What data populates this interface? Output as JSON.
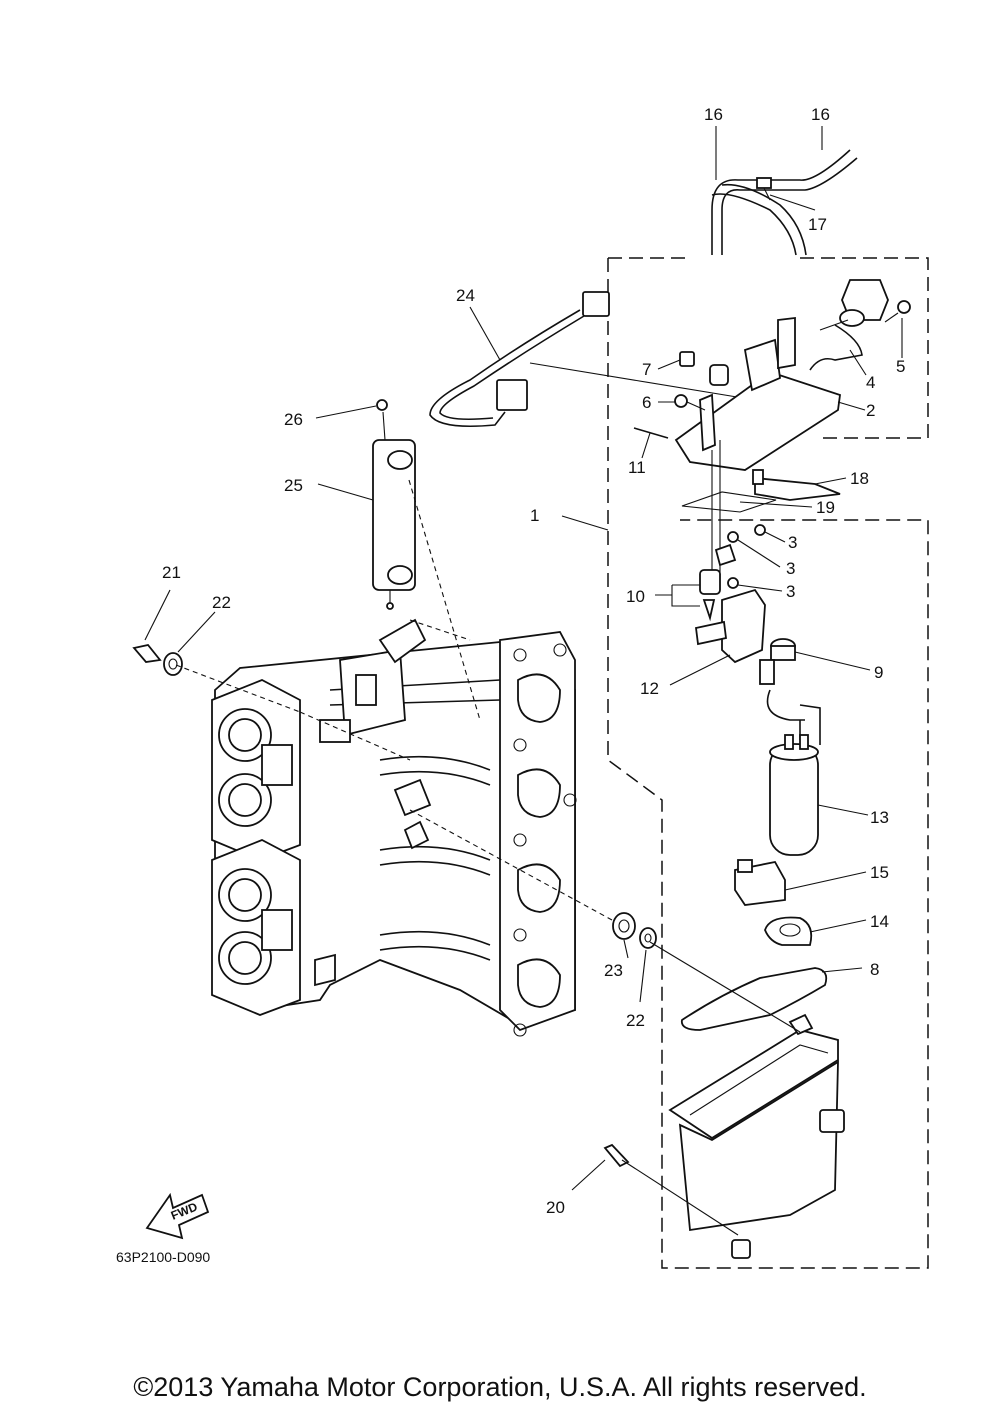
{
  "diagram": {
    "callouts": [
      "1",
      "2",
      "3",
      "3",
      "3",
      "4",
      "5",
      "6",
      "7",
      "8",
      "9",
      "10",
      "11",
      "12",
      "13",
      "14",
      "15",
      "16",
      "16",
      "17",
      "18",
      "19",
      "20",
      "21",
      "22",
      "22",
      "23",
      "24",
      "25",
      "26"
    ],
    "fwd_label": "FWD",
    "diagram_code": "63P2100-D090"
  },
  "footer": {
    "copyright": "©2013 Yamaha Motor Corporation, U.S.A. All rights reserved."
  }
}
